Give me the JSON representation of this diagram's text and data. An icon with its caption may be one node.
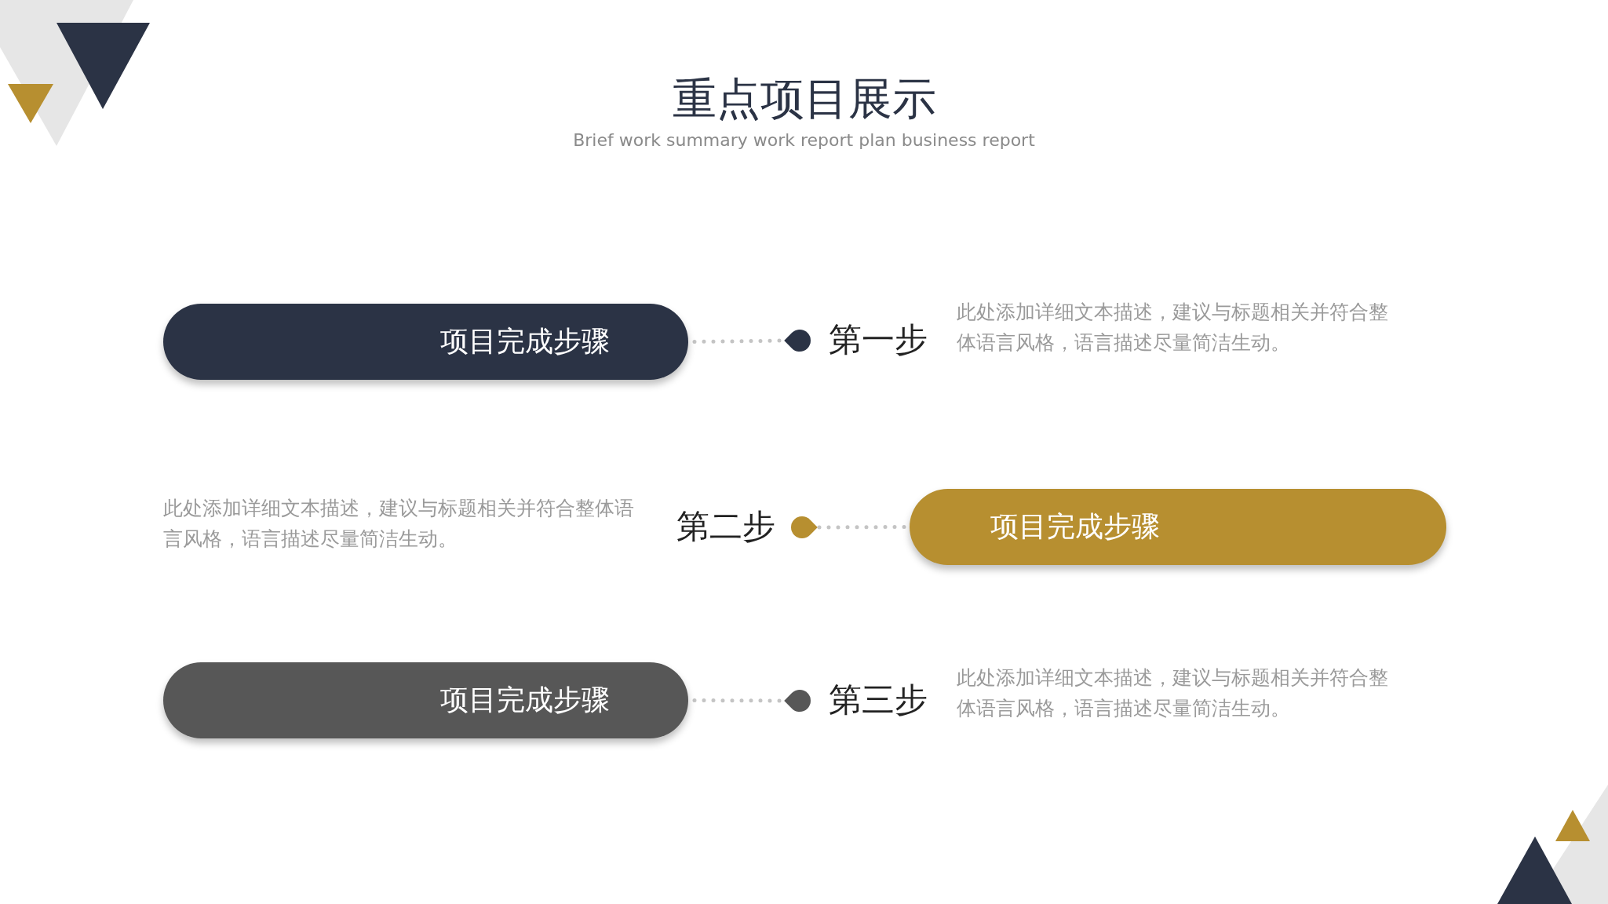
{
  "diagram": {
    "title": "重点项目展示",
    "nodes": [
      {
        "text": [
          "项目完成步骤"
        ]
      },
      {
        "text": [],
        "shape": "circle",
        "beside": [
          "第一步"
        ]
      },
      {
        "text": [],
        "shape": "circle",
        "beside": [
          "第二步"
        ]
      },
      {
        "text": [
          "项目完成步骤"
        ]
      },
      {
        "text": [
          "项目完成步骤"
        ]
      },
      {
        "text": [],
        "shape": "circle",
        "beside": [
          "第三步"
        ]
      }
    ],
    "edges": [
      {
        "from": 0,
        "to": 1,
        "arrow": "none"
      },
      {
        "from": 2,
        "to": 3,
        "arrow": "none"
      },
      {
        "from": 4,
        "to": 5,
        "arrow": "none"
      }
    ],
    "labels": [
      "Brief work summary work report plan business report",
      "此处添加详细文本描述，建议与标题相关并符合整体语言风格，语言描述尽量简洁生动。",
      "此处添加详细文本描述，建议与标题相关并符合整体语言风格，语言描述尽量简洁生动。",
      "此处添加详细文本描述，建议与标题相关并符合整体语言风格，语言描述尽量简洁生动。"
    ]
  }
}
